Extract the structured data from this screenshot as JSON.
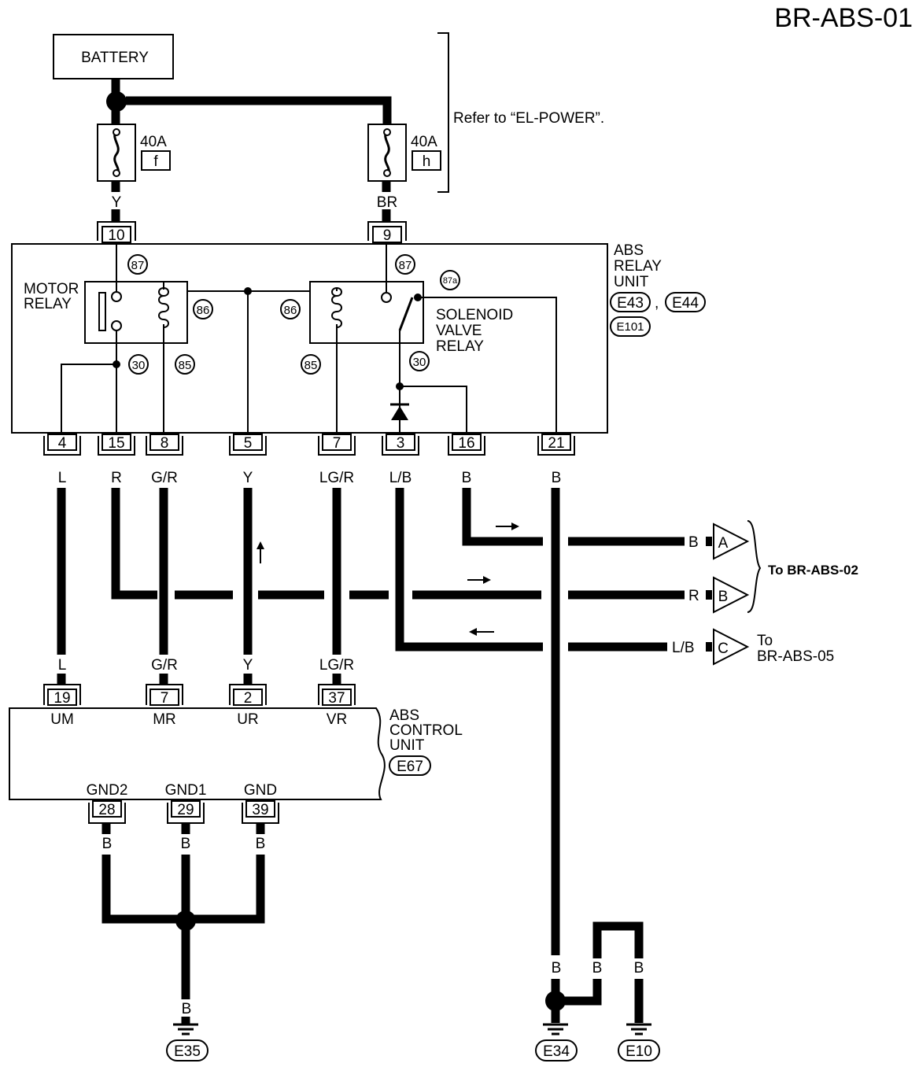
{
  "page_id": "BR-ABS-01",
  "battery_label": "BATTERY",
  "refer_text": "Refer to “EL-POWER”.",
  "fuses": [
    {
      "rating": "40A",
      "letter": "f"
    },
    {
      "rating": "40A",
      "letter": "h"
    }
  ],
  "fuse_wires": [
    "Y",
    "BR"
  ],
  "relay_unit": {
    "title": [
      "ABS",
      "RELAY",
      "UNIT"
    ],
    "connectors": [
      "E43",
      "E44",
      "E101"
    ],
    "top_pins": [
      "10",
      "9"
    ],
    "motor_relay": [
      "MOTOR",
      "RELAY"
    ],
    "solenoid_relay": [
      "SOLENOID",
      "VALVE",
      "RELAY"
    ],
    "terminals": {
      "t87a": "87",
      "t87b": "87",
      "t87c": "87a",
      "t86a": "86",
      "t86b": "86",
      "t30a": "30",
      "t30b": "30",
      "t85a": "85",
      "t85b": "85"
    },
    "bottom_pins": [
      "4",
      "15",
      "8",
      "5",
      "7",
      "3",
      "16",
      "21"
    ],
    "bottom_wires": [
      "L",
      "R",
      "G/R",
      "Y",
      "LG/R",
      "L/B",
      "B",
      "B"
    ]
  },
  "offpage": {
    "A": {
      "wire": "B",
      "letter": "A"
    },
    "B": {
      "wire": "R",
      "letter": "B"
    },
    "C": {
      "wire": "L/B",
      "letter": "C"
    },
    "ab_label": "To BR-ABS-02",
    "c_label": [
      "To",
      "BR-ABS-05"
    ]
  },
  "control_unit": {
    "title": [
      "ABS",
      "CONTROL",
      "UNIT"
    ],
    "connector": "E67",
    "top_wires": [
      "L",
      "G/R",
      "Y",
      "LG/R"
    ],
    "top_pins": [
      "19",
      "7",
      "2",
      "37"
    ],
    "top_names": [
      "UM",
      "MR",
      "UR",
      "VR"
    ],
    "bottom_names": [
      "GND2",
      "GND1",
      "GND"
    ],
    "bottom_pins": [
      "28",
      "29",
      "39"
    ],
    "bottom_wires": [
      "B",
      "B",
      "B"
    ]
  },
  "grounds": {
    "e35_wire": "B",
    "e35": "E35",
    "e34_wires": [
      "B",
      "B",
      "B"
    ],
    "e34": "E34",
    "e10": "E10"
  }
}
